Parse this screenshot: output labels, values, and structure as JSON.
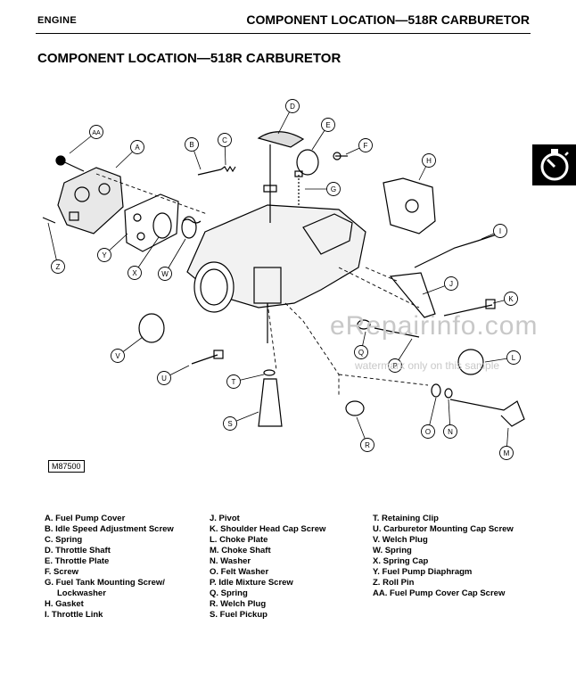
{
  "header": {
    "section": "ENGINE",
    "running_title": "COMPONENT LOCATION—518R CARBURETOR"
  },
  "page_title": "COMPONENT LOCATION—518R CARBURETOR",
  "figure_id": "M87500",
  "callouts": [
    "AA",
    "A",
    "B",
    "C",
    "D",
    "E",
    "F",
    "G",
    "H",
    "I",
    "J",
    "K",
    "L",
    "M",
    "N",
    "O",
    "P",
    "Q",
    "R",
    "S",
    "T",
    "U",
    "V",
    "W",
    "X",
    "Y",
    "Z"
  ],
  "legend": {
    "col1": [
      "A. Fuel Pump Cover",
      "B. Idle Speed Adjustment Screw",
      "C. Spring",
      "D. Throttle Shaft",
      "E. Throttle Plate",
      "F. Screw",
      "G. Fuel Tank Mounting Screw/",
      "    Lockwasher",
      "H. Gasket",
      "I. Throttle Link"
    ],
    "col2": [
      "J. Pivot",
      "K. Shoulder Head Cap Screw",
      "L. Choke Plate",
      "M. Choke Shaft",
      "N. Washer",
      "O. Felt Washer",
      "P. Idle Mixture Screw",
      "Q. Spring",
      "R. Welch Plug",
      "S. Fuel Pickup"
    ],
    "col3": [
      "T. Retaining Clip",
      "U. Carburetor Mounting Cap Screw",
      "V. Welch Plug",
      "W. Spring",
      "X. Spring Cap",
      "Y. Fuel Pump Diaphragm",
      "Z. Roll Pin",
      "AA. Fuel Pump Cover Cap Screw"
    ]
  },
  "watermark": {
    "main": "eRepairinfo.com",
    "sub": "watermark only on this sample"
  },
  "icons": [
    "timer-icon"
  ]
}
